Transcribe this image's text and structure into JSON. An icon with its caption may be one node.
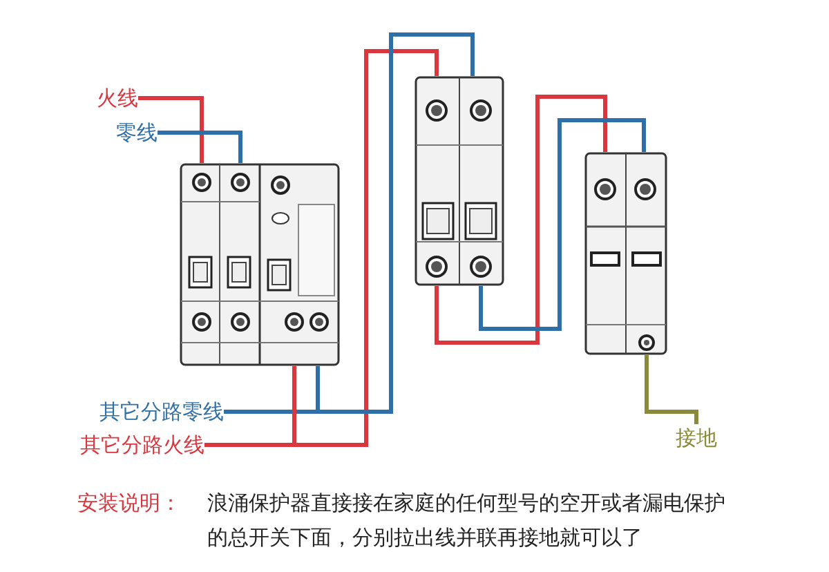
{
  "diagram": {
    "nodes": [
      {
        "text": [
          "火线"
        ]
      },
      {
        "text": [
          "零线"
        ]
      },
      {
        "text": [],
        "shape": "picture"
      },
      {
        "text": [],
        "shape": "picture"
      },
      {
        "text": [],
        "shape": "picture"
      },
      {
        "text": [
          "其它分路零线"
        ]
      },
      {
        "text": [
          "其它分路火线"
        ]
      },
      {
        "text": [
          "接地"
        ]
      }
    ],
    "edges": [
      {
        "from": 0,
        "to": 2,
        "arrow": "none",
        "color": "#d9363e"
      },
      {
        "from": 1,
        "to": 2,
        "arrow": "none",
        "color": "#2f6fa8"
      },
      {
        "from": 2,
        "to": 5,
        "arrow": "none",
        "color": "#2f6fa8"
      },
      {
        "from": 2,
        "to": 6,
        "arrow": "none",
        "color": "#d9363e"
      },
      {
        "from": 2,
        "to": 3,
        "arrow": "none",
        "color": "#d9363e"
      },
      {
        "from": 2,
        "to": 3,
        "arrow": "none",
        "color": "#2f6fa8"
      },
      {
        "from": 3,
        "to": 4,
        "arrow": "none",
        "color": "#d9363e"
      },
      {
        "from": 3,
        "to": 4,
        "arrow": "none",
        "color": "#2f6fa8"
      },
      {
        "from": 4,
        "to": 7,
        "arrow": "none",
        "color": "#8a8a3a"
      }
    ],
    "labels": [
      "安装说明：",
      "浪涌保护器直接接在家庭的任何型号的空开或者漏电保护的总开关下面，分别拉出线并联再接地就可以了"
    ]
  }
}
